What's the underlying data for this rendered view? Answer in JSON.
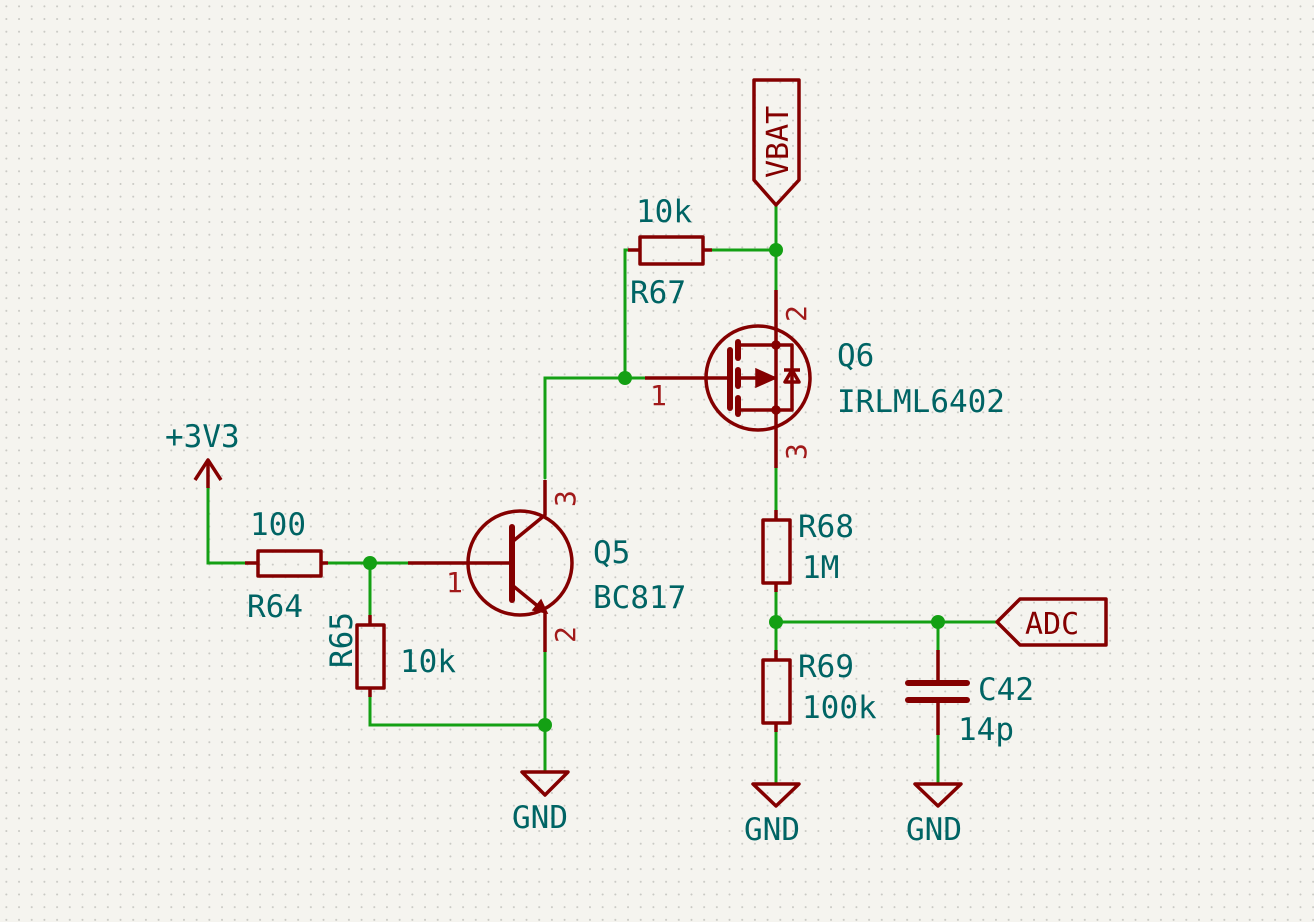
{
  "power": {
    "v3v3": "+3V3",
    "gnd": "GND"
  },
  "labels": {
    "vbat": "VBAT",
    "adc": "ADC"
  },
  "components": {
    "r64": {
      "ref": "R64",
      "value": "100"
    },
    "r65": {
      "ref": "R65",
      "value": "10k"
    },
    "r67": {
      "ref": "R67",
      "value": "10k"
    },
    "r68": {
      "ref": "R68",
      "value": "1M"
    },
    "r69": {
      "ref": "R69",
      "value": "100k"
    },
    "c42": {
      "ref": "C42",
      "value": "14p"
    },
    "q5": {
      "ref": "Q5",
      "value": "BC817",
      "pins": {
        "base": "1",
        "collector": "3",
        "emitter": "2"
      }
    },
    "q6": {
      "ref": "Q6",
      "value": "IRLML6402",
      "pins": {
        "gate": "1",
        "source": "2",
        "drain": "3"
      }
    }
  }
}
